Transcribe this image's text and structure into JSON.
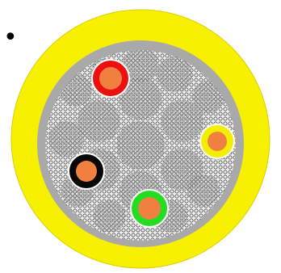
{
  "diagram": {
    "bullet_marker": "•",
    "colors": {
      "background": "#ffffff",
      "outer_jacket": "#f7f000",
      "outer_jacket_edge": "#d8d200",
      "inner_sheath": "#a9a9a9",
      "core_fill": "#eeeeee",
      "strand_wire": "#555555",
      "conductor_copper": "#f08040"
    },
    "insulated_conductors": [
      {
        "name": "red-conductor",
        "insulation_color": "#ee1010"
      },
      {
        "name": "yellow-conductor",
        "insulation_color": "#f4ee00"
      },
      {
        "name": "black-conductor",
        "insulation_color": "#080808"
      },
      {
        "name": "green-conductor",
        "insulation_color": "#22dd22"
      }
    ]
  }
}
